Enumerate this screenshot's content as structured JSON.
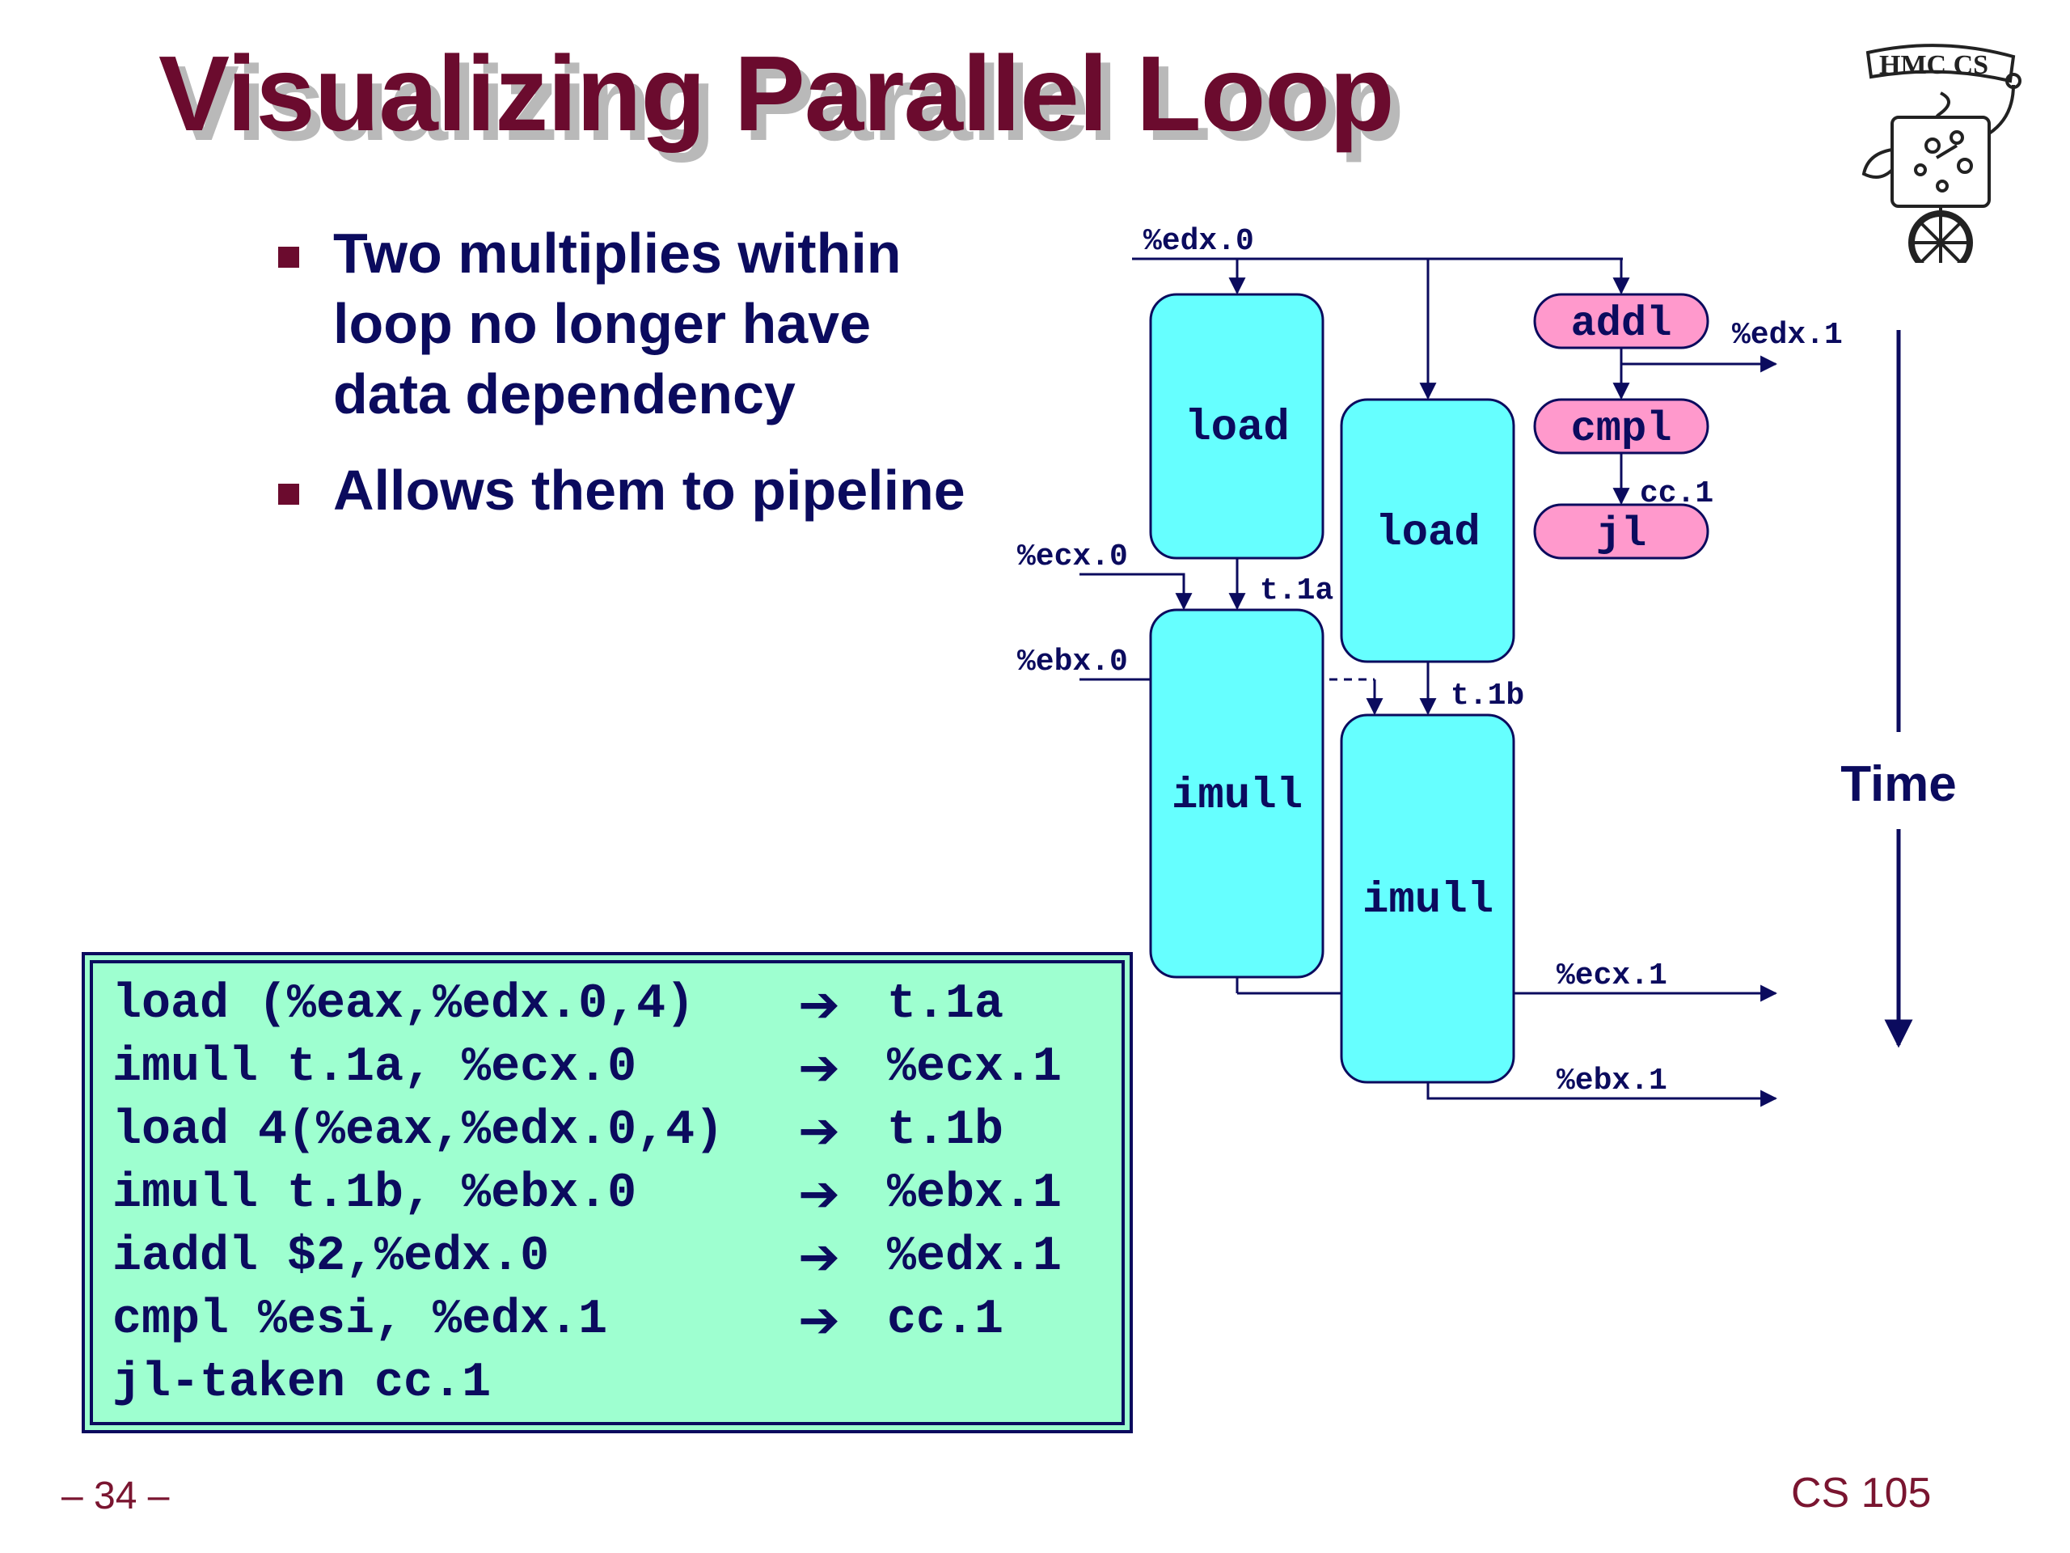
{
  "slide": {
    "title": "Visualizing Parallel Loop",
    "page_number": "– 34 –",
    "course": "CS 105",
    "logo_text": "HMC CS"
  },
  "bullets": [
    "Two multiplies within loop no longer have data dependency",
    "Allows them to pipeline"
  ],
  "diagram": {
    "nodes": {
      "load1": "load",
      "load2": "load",
      "imull1": "imull",
      "imull2": "imull",
      "addl": "addl",
      "cmpl": "cmpl",
      "jl": "jl"
    },
    "labels": {
      "edx0": "%edx.0",
      "edx1": "%edx.1",
      "ecx0": "%ecx.0",
      "ebx0": "%ebx.0",
      "t1a": "t.1a",
      "t1b": "t.1b",
      "cc1": "cc.1",
      "ecx1": "%ecx.1",
      "ebx1": "%ebx.1",
      "time": "Time"
    },
    "colors": {
      "load_imull_fill": "#66ffff",
      "addl_cmpl_jl_fill": "#ff99cc",
      "line": "#0b0b5e"
    }
  },
  "code": [
    {
      "instr": "load (%eax,%edx.0,4)",
      "arrow": "➔",
      "dest": "t.1a"
    },
    {
      "instr": "imull t.1a, %ecx.0",
      "arrow": "➔",
      "dest": "%ecx.1"
    },
    {
      "instr": "load 4(%eax,%edx.0,4)",
      "arrow": "➔",
      "dest": "t.1b"
    },
    {
      "instr": "imull t.1b, %ebx.0",
      "arrow": "➔",
      "dest": "%ebx.1"
    },
    {
      "instr": "iaddl $2,%edx.0",
      "arrow": "➔",
      "dest": "%edx.1"
    },
    {
      "instr": "cmpl %esi, %edx.1",
      "arrow": "➔",
      "dest": "cc.1"
    },
    {
      "instr": "jl-taken cc.1",
      "arrow": "",
      "dest": ""
    }
  ]
}
